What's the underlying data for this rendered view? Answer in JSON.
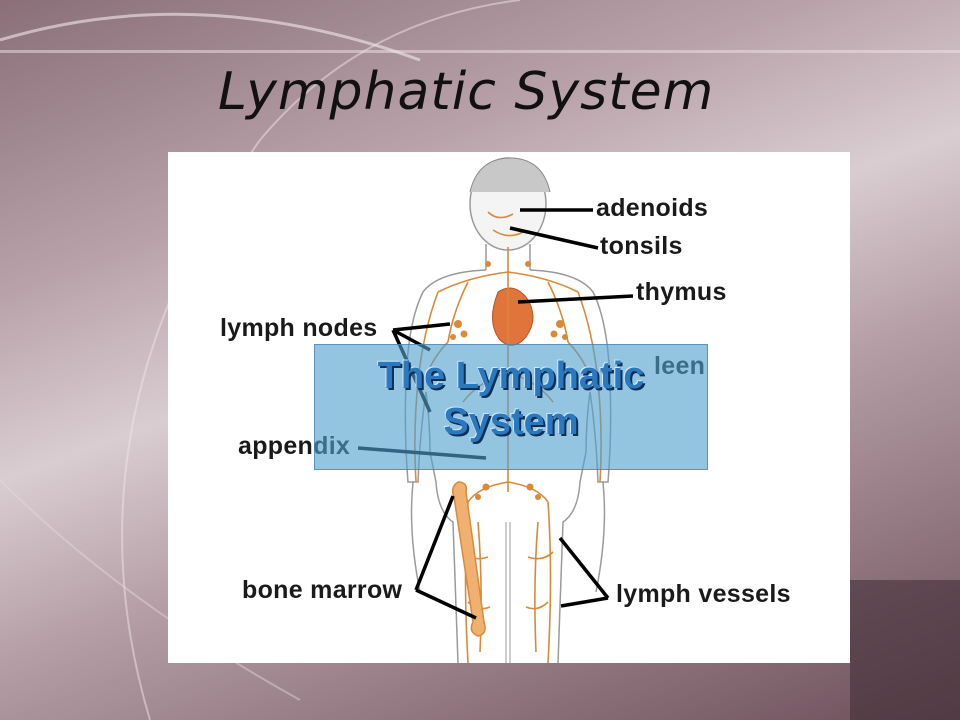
{
  "slide": {
    "title": "Lymphatic System"
  },
  "figure": {
    "labels": {
      "adenoids": "adenoids",
      "tonsils": "tonsils",
      "thymus": "thymus",
      "lymph_nodes": "lymph nodes",
      "spleen_partial": "leen",
      "appendix": "appendix",
      "bone_marrow": "bone marrow",
      "lymph_vessels": "lymph vessels"
    },
    "overlay_title": "The Lymphatic System"
  },
  "colors": {
    "lymph": "#d9893a",
    "heart": "#e0743a",
    "overlay": "#50a0cd",
    "body_outline": "#9a9a9a"
  }
}
